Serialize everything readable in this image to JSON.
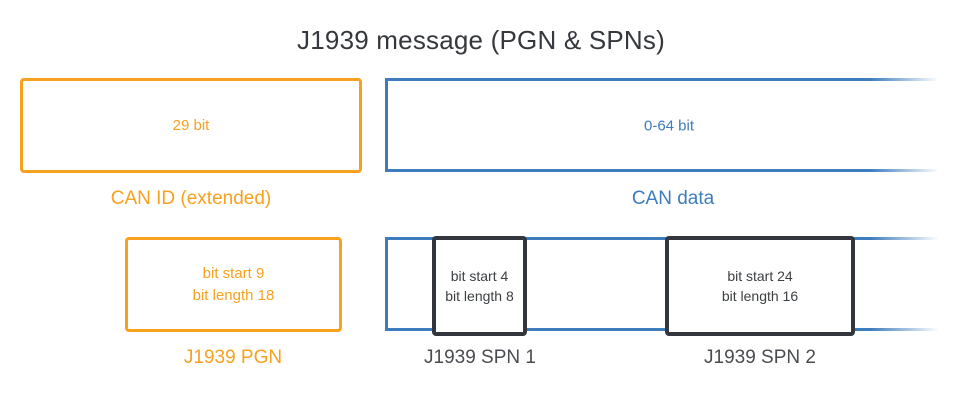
{
  "title": "J1939 message (PGN & SPNs)",
  "colors": {
    "orange": "#f8a11e",
    "blue": "#3d7cbd",
    "dark_border": "#33373d",
    "dark_text": "#3c4043",
    "title_text": "#35383c",
    "label_gray": "#494c50"
  },
  "can_id": {
    "value": "29 bit",
    "label": "CAN ID (extended)"
  },
  "can_data": {
    "value": "0-64 bit",
    "label": "CAN data"
  },
  "pgn": {
    "value_line1": "bit start 9",
    "value_line2": "bit length 18",
    "label": "J1939 PGN"
  },
  "spn1": {
    "value_line1": "bit start 4",
    "value_line2": "bit length 8",
    "label": "J1939 SPN 1"
  },
  "spn2": {
    "value_line1": "bit start 24",
    "value_line2": "bit length 16",
    "label": "J1939 SPN 2"
  }
}
